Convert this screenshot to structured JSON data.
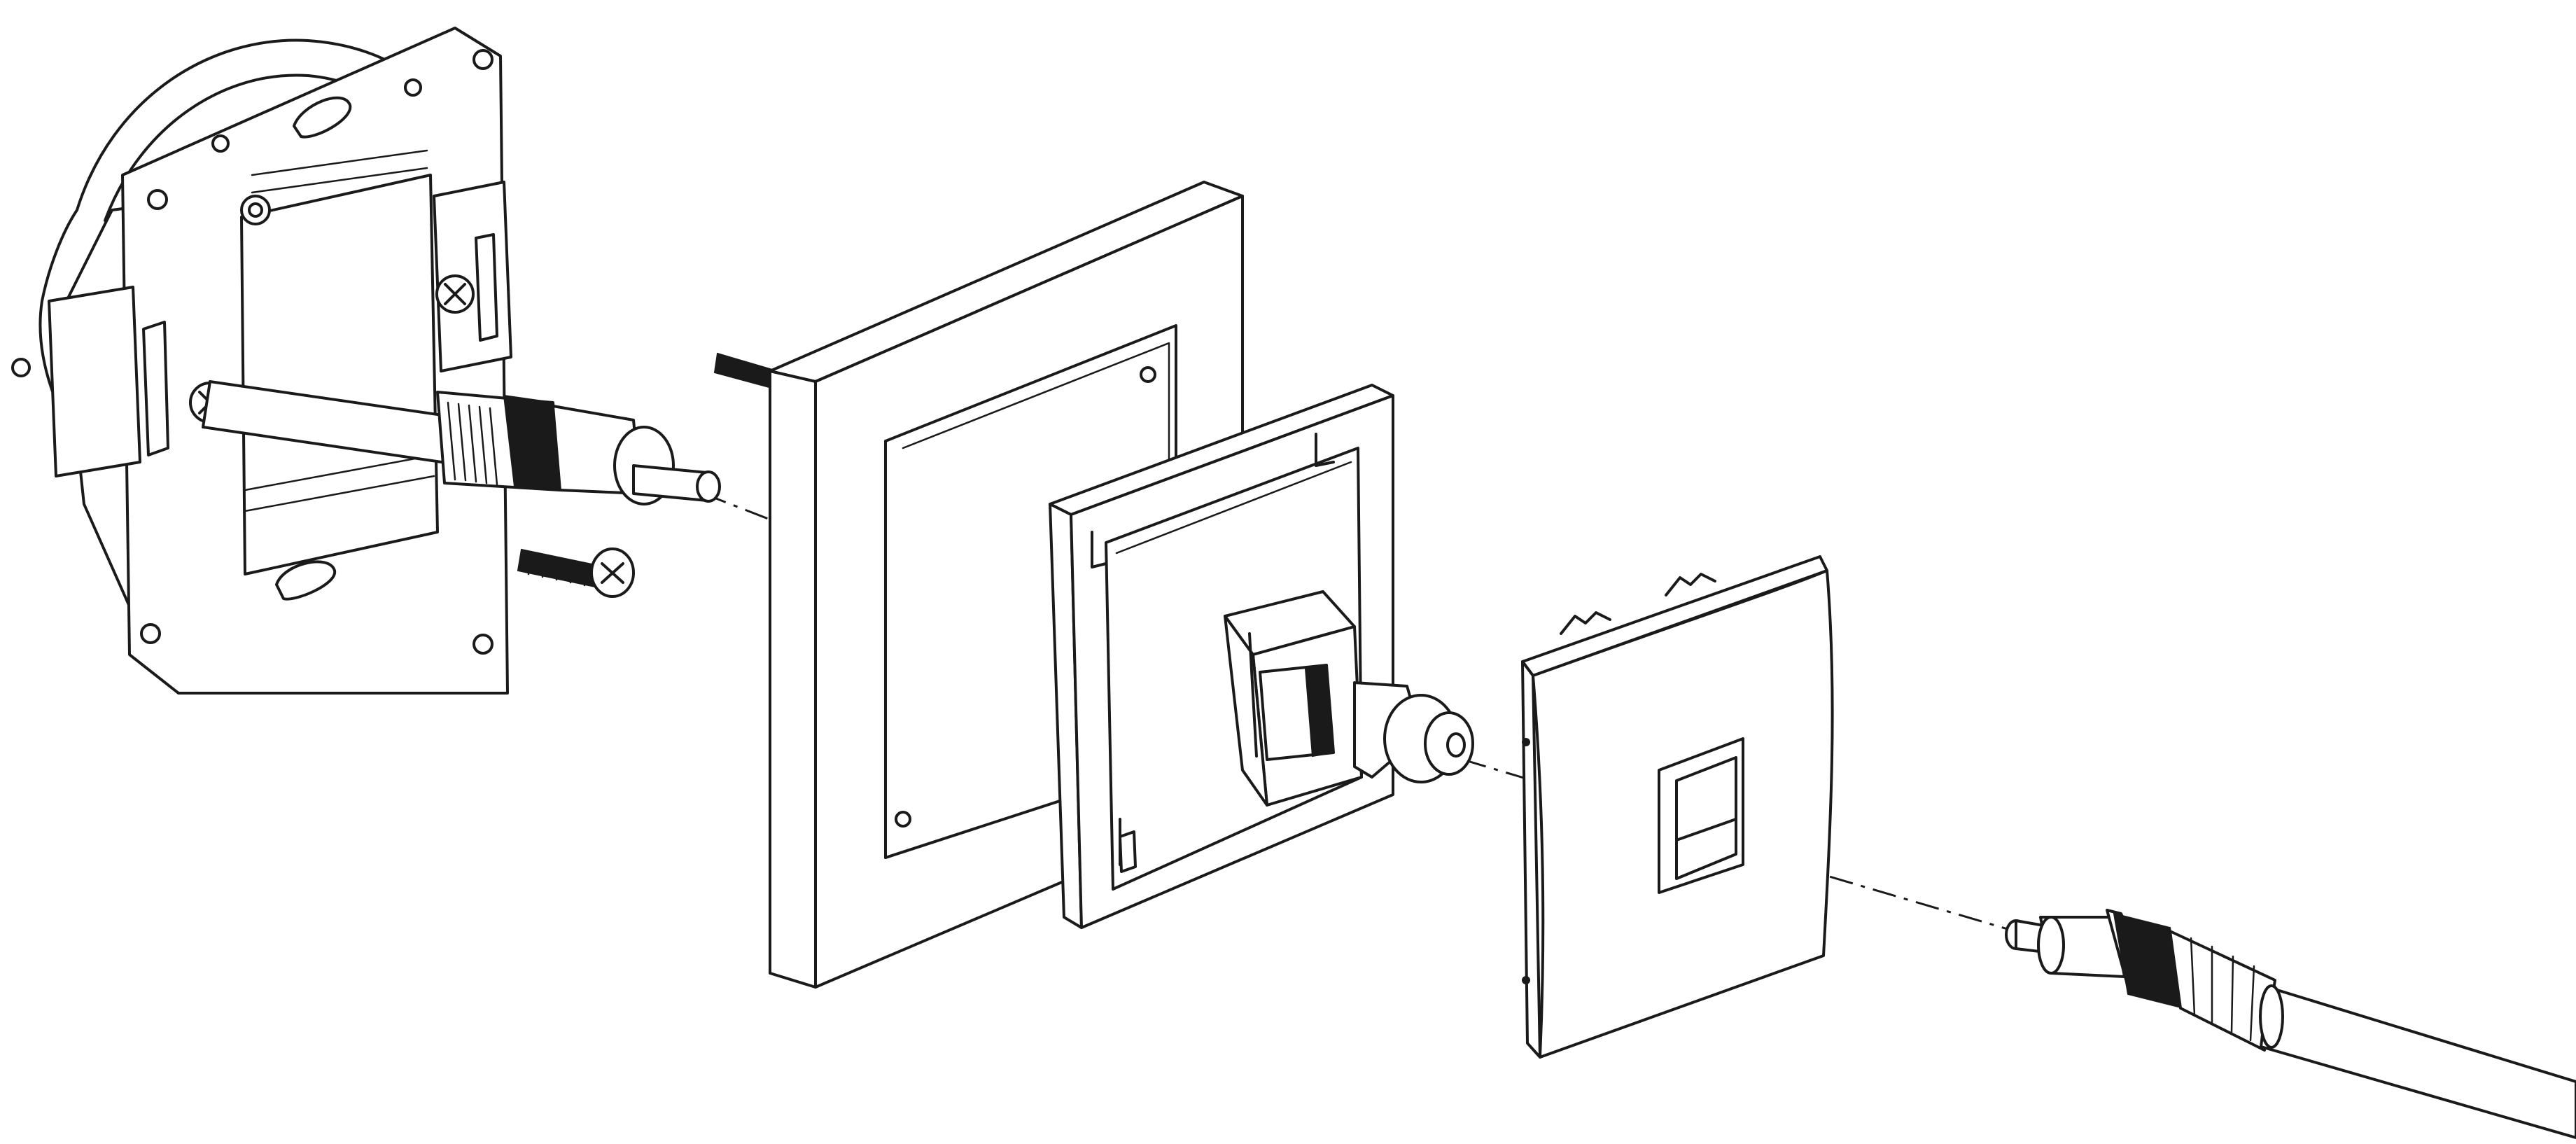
{
  "figure": {
    "parts": [
      {
        "name": "mounting-box-with-support-frame"
      },
      {
        "name": "box-connector-plug"
      },
      {
        "name": "fixing-screw"
      },
      {
        "name": "frame-stud"
      },
      {
        "name": "cover-frame"
      },
      {
        "name": "tv-socket-mechanism"
      },
      {
        "name": "cover-plate"
      },
      {
        "name": "coaxial-cable-plug"
      }
    ],
    "colors": {
      "stroke": "#1a1a1a",
      "fill": "#ffffff",
      "background": "#ffffff"
    }
  }
}
